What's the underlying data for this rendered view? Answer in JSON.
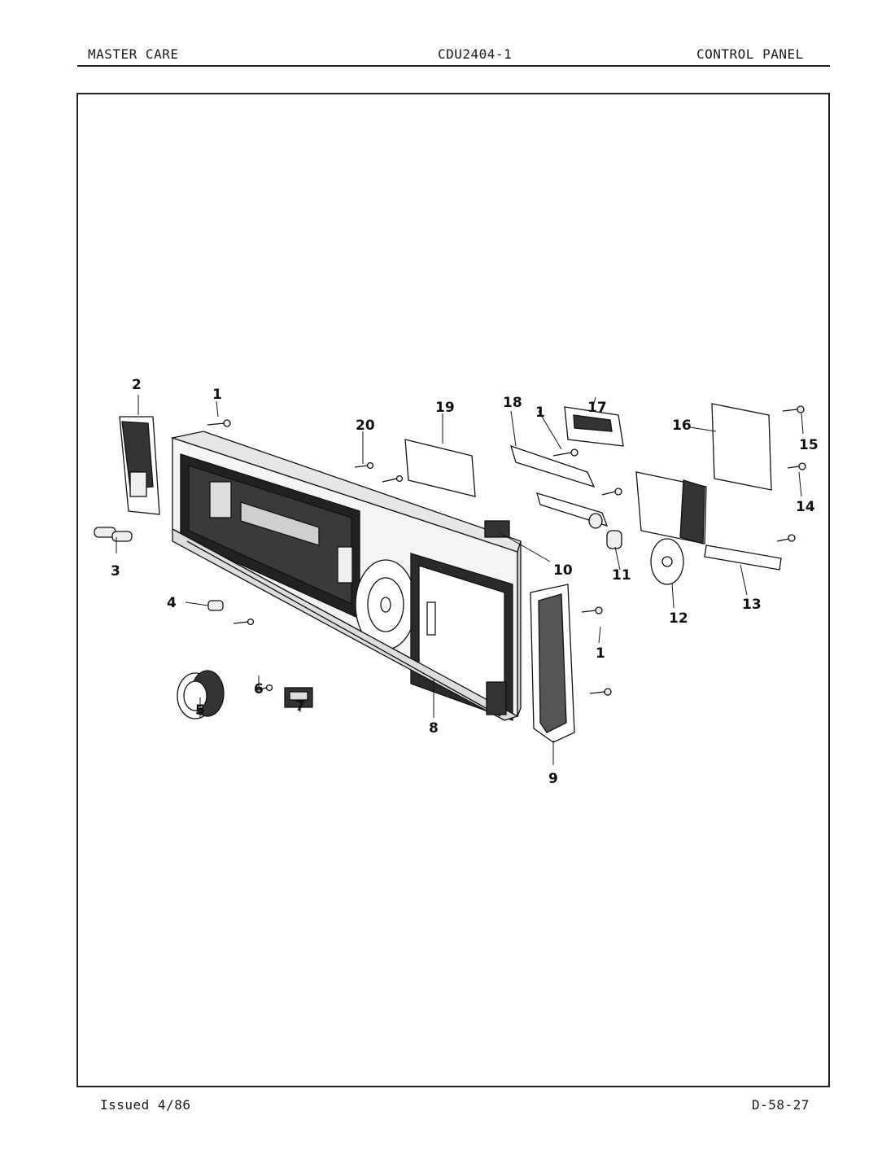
{
  "header": {
    "left": "MASTER CARE",
    "center": "CDU2404-1",
    "right": "CONTROL PANEL"
  },
  "footer": {
    "left": "Issued 4/86",
    "right": "D-58-27"
  },
  "callouts": [
    "1",
    "2",
    "3",
    "4",
    "5",
    "6",
    "7",
    "8",
    "9",
    "10",
    "11",
    "12",
    "13",
    "14",
    "15",
    "16",
    "17",
    "18",
    "19",
    "20"
  ]
}
